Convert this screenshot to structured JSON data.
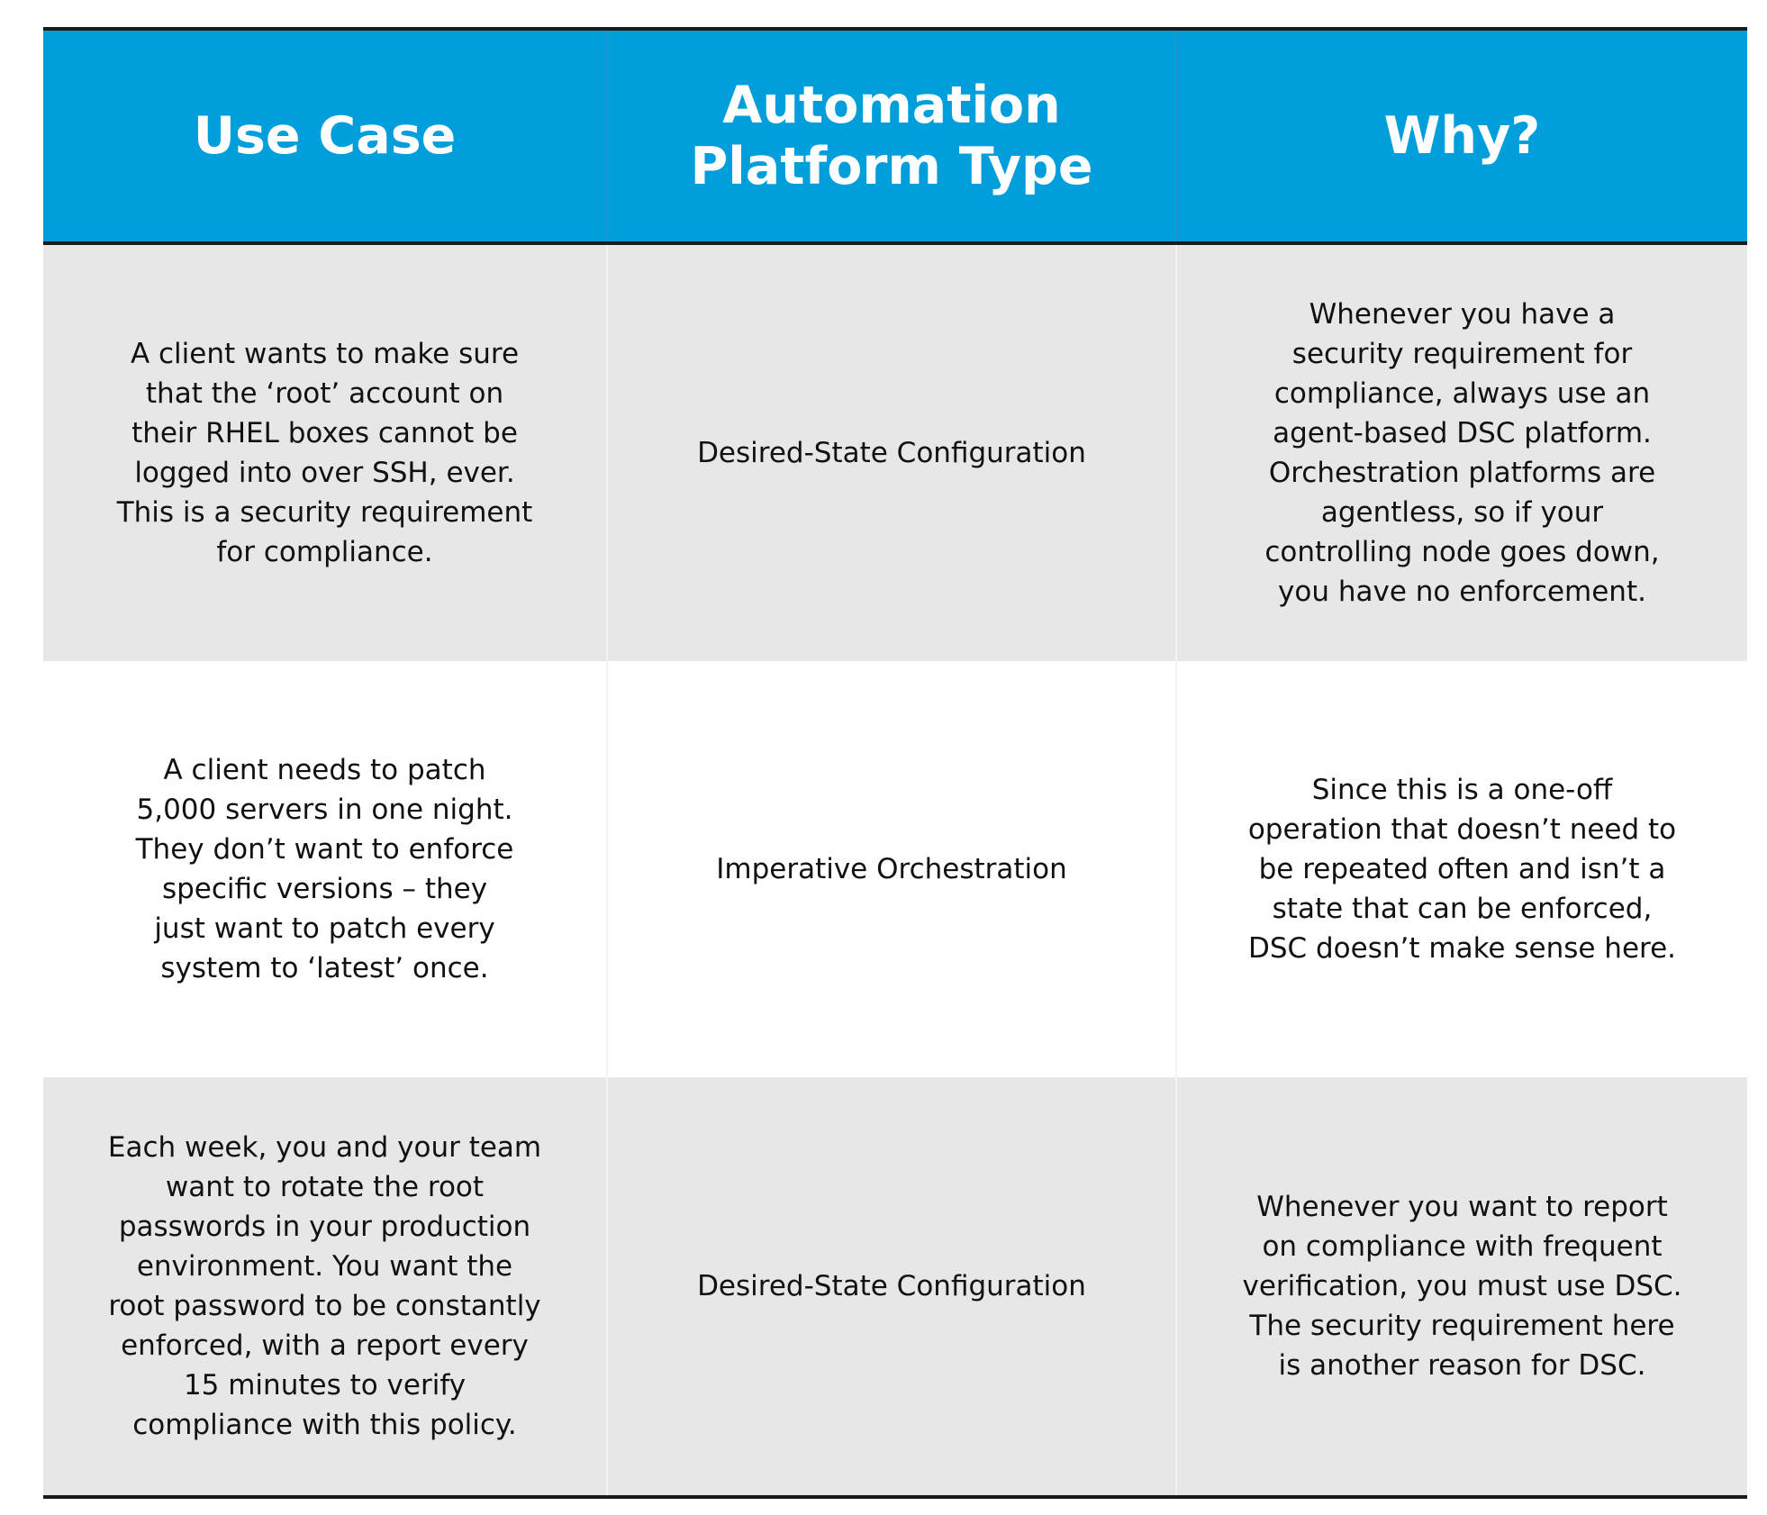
{
  "table": {
    "headers": {
      "use_case": "Use Case",
      "platform_type": "Automation\nPlatform Type",
      "why": "Why?"
    },
    "rows": [
      {
        "use_case": "A client wants to make sure\nthat the ‘root’ account on\ntheir RHEL boxes cannot be\nlogged into over SSH, ever.\nThis is a security requirement\nfor compliance.",
        "platform_type": "Desired-State Configuration",
        "why": "Whenever you have a\nsecurity requirement for\ncompliance, always use an\nagent-based DSC platform.\nOrchestration platforms are\nagentless, so if your\ncontrolling node goes down,\nyou have no enforcement."
      },
      {
        "use_case": "A client needs to patch\n5,000 servers in one night.\nThey don’t want to enforce\nspecific versions – they\njust want to patch every\nsystem to ‘latest’ once.",
        "platform_type": "Imperative Orchestration",
        "why": "Since this is a one-off\noperation that doesn’t need to\nbe repeated often and isn’t a\nstate that can be enforced,\nDSC doesn’t make sense here."
      },
      {
        "use_case": "Each week, you and your team\nwant to rotate the root\npasswords in your production\nenvironment. You want the\nroot password to be constantly\nenforced, with a report every\n15 minutes to verify\ncompliance with this policy.",
        "platform_type": "Desired-State Configuration",
        "why": "Whenever you want to report\non compliance with frequent\nverification, you must use DSC.\nThe security requirement here\nis another reason for DSC."
      }
    ]
  },
  "colors": {
    "header_background": "#009fdb",
    "header_text": "#ffffff",
    "shaded_row": "#e7e7e7",
    "plain_row": "#ffffff",
    "rule": "#1a1a1a"
  }
}
